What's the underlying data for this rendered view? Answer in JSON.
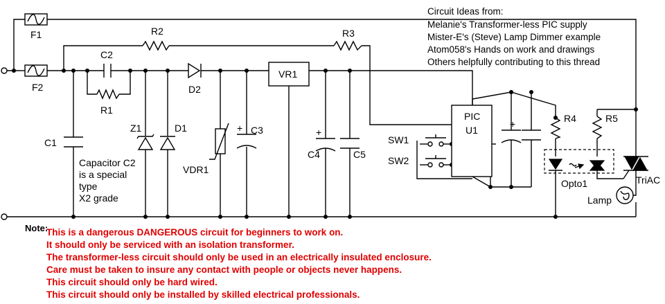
{
  "credits": {
    "heading": "Circuit Ideas from:",
    "lines": [
      "Melanie's Transformer-less PIC supply",
      "Mister-E's (Steve) Lamp Dimmer example",
      "Atom058's Hands on work and drawings",
      "Others helpfully contributing to this thread"
    ]
  },
  "components": {
    "f1": "F1",
    "f2": "F2",
    "r1": "R1",
    "r2": "R2",
    "r3": "R3",
    "r4": "R4",
    "r5": "R5",
    "c1": "C1",
    "c2": "C2",
    "c3": "C3",
    "c4": "C4",
    "c5": "C5",
    "z1": "Z1",
    "d1": "D1",
    "d2": "D2",
    "vr1": "VR1",
    "vdr1": "VDR1",
    "pic": "PIC",
    "u1": "U1",
    "sw1": "SW1",
    "sw2": "SW2",
    "opto1": "Opto1",
    "triac": "TriAC",
    "lamp": "Lamp"
  },
  "capacitor_note": [
    "Capacitor C2",
    "is a special",
    "type",
    "X2 grade"
  ],
  "note": {
    "label": "Note:",
    "lines": [
      "This is a dangerous DANGEROUS circuit for beginners to work on.",
      "It should only be serviced with an isolation transformer.",
      "The transformer-less circuit should only be used in an electrically insulated enclosure.",
      "Care must be taken to insure any contact with people or objects never happens.",
      "This circuit should only be hard wired.",
      "This circuit should only be installed by skilled electrical professionals."
    ]
  },
  "colors": {
    "ink": "#000000",
    "warning": "#e00000",
    "background": "#ffffff"
  }
}
